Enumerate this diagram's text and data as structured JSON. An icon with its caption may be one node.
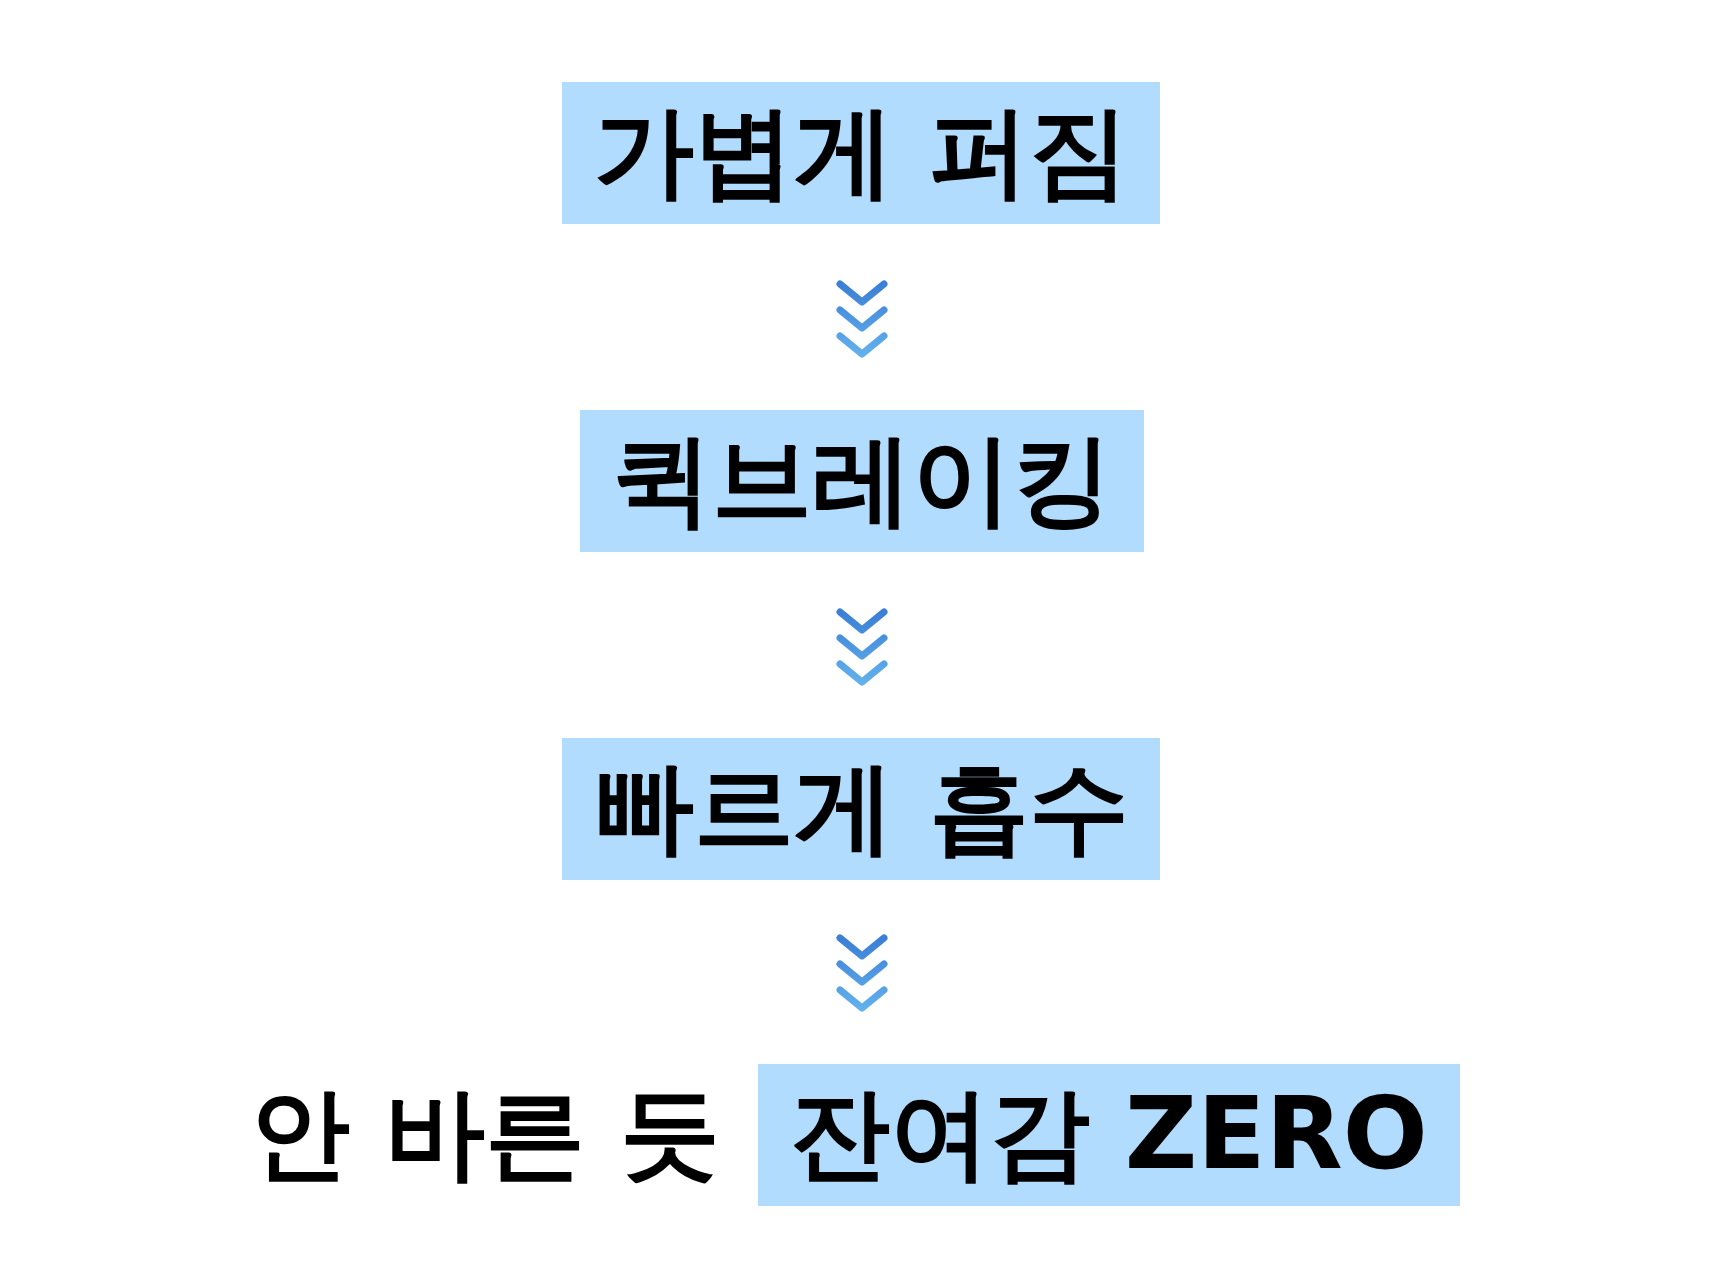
{
  "diagram": {
    "nodes": [
      {
        "text": [
          "가볍게 퍼짐"
        ]
      },
      {
        "text": [
          "퀵브레이킹"
        ]
      },
      {
        "text": [
          "빠르게 흡수"
        ]
      },
      {
        "text": [
          "잔여감 ZERO"
        ],
        "beside": [
          "안 바른 듯"
        ]
      }
    ],
    "edges": [
      {
        "from": 0,
        "to": 1,
        "arrow": "to"
      },
      {
        "from": 1,
        "to": 2,
        "arrow": "to"
      },
      {
        "from": 2,
        "to": 3,
        "arrow": "to"
      }
    ]
  }
}
